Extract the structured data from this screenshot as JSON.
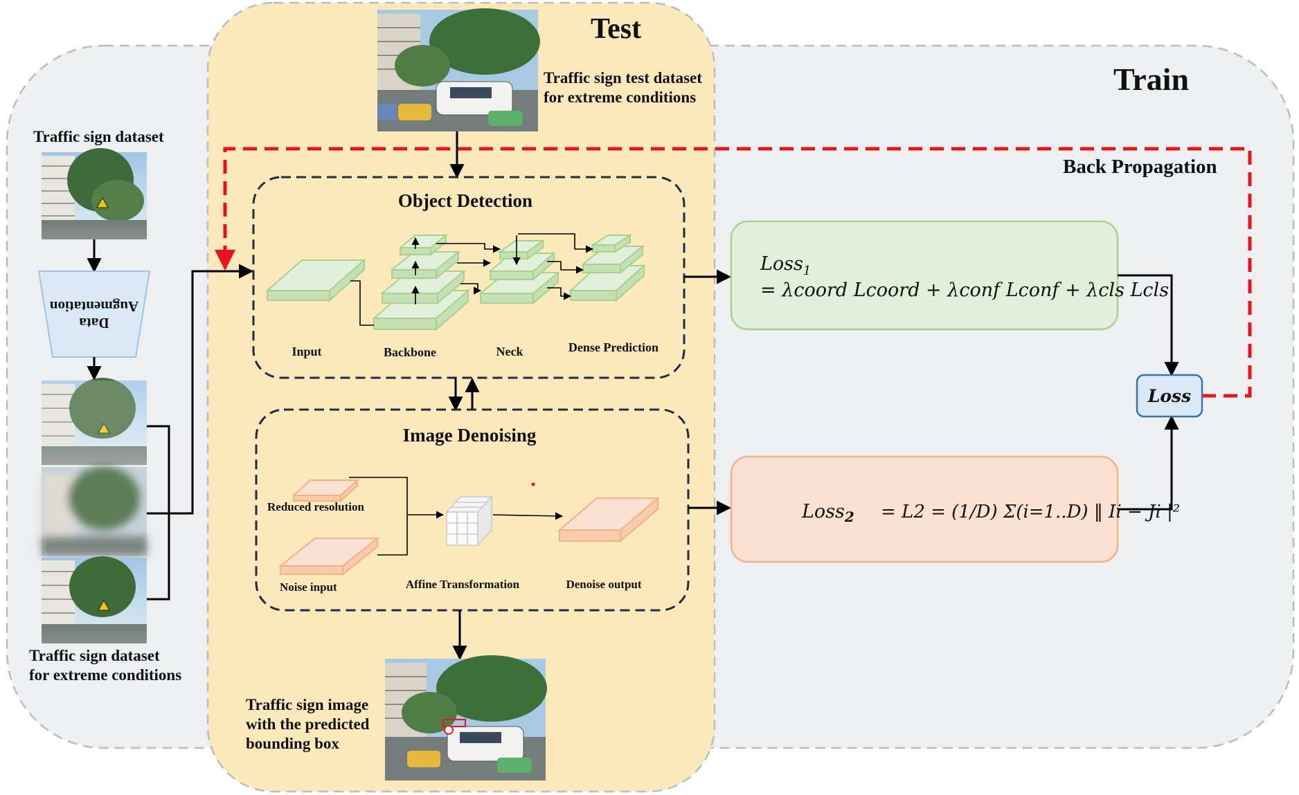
{
  "titles": {
    "test": "Test",
    "train": "Train",
    "back_propagation": "Back Propagation"
  },
  "left": {
    "dataset_label": "Traffic sign dataset",
    "augmentation_line1": "Data",
    "augmentation_line2": "Augmentation",
    "extreme_label_line1": "Traffic sign dataset",
    "extreme_label_line2": "for extreme conditions"
  },
  "test_input": {
    "label_line1": "Traffic sign test dataset",
    "label_line2": "for extreme conditions"
  },
  "object_detection": {
    "title": "Object Detection",
    "labels": [
      "Input",
      "Backbone",
      "Neck",
      "Dense Prediction"
    ]
  },
  "image_denoising": {
    "title": "Image Denoising",
    "reduced_resolution": "Reduced resolution",
    "noise_input": "Noise input",
    "affine_transformation": "Affine Transformation",
    "denoise_output": "Denoise output"
  },
  "output": {
    "label_line1": "Traffic sign image",
    "label_line2": "with the predicted",
    "label_line3": "bounding box"
  },
  "loss1": {
    "name": "Loss",
    "sub": "1",
    "equation": "= λcoord Lcoord + λconf Lconf + λcls Lcls"
  },
  "loss2": {
    "name": "Loss",
    "sub": "2",
    "equation": "= L2 = (1/D) Σ(i=1..D) ‖ Ii − Ji |²"
  },
  "loss_box": {
    "label": "Loss"
  },
  "colors": {
    "train_bg": "#eeeff0",
    "test_bg": "#fbe9bb",
    "green_box": "#e2efda",
    "green_edge": "#a9d18e",
    "orange_box": "#fbe1d2",
    "orange_edge": "#f4b183",
    "loss_box": "#dbe9f6",
    "back_prop": "#e8141b",
    "dashed_border": "#1f2a44"
  }
}
